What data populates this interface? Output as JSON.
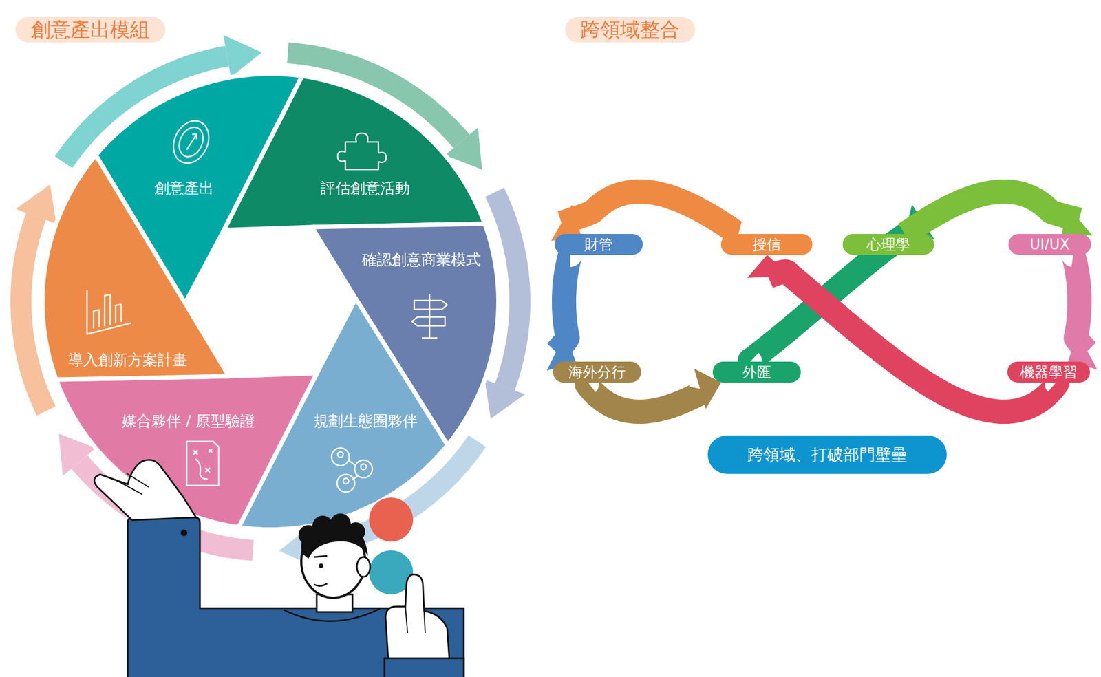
{
  "diagram": {
    "nodes": [
      {
        "text": [
          "創意產出模組"
        ]
      },
      {
        "text": [
          "跨領域整合"
        ]
      },
      {
        "text": [
          "創意產出"
        ]
      },
      {
        "text": [
          "評估創意活動"
        ]
      },
      {
        "text": [
          "確認創意商業模式"
        ]
      },
      {
        "text": [
          "導入創新方案計畫"
        ]
      },
      {
        "text": [
          "媒合夥伴 / 原型驗證"
        ]
      },
      {
        "text": [
          "規劃生態圈夥伴"
        ]
      },
      {
        "text": [
          "財管"
        ]
      },
      {
        "text": [
          "授信"
        ]
      },
      {
        "text": [
          "心理學"
        ]
      },
      {
        "text": [
          "UI/UX"
        ]
      },
      {
        "text": [
          "海外分行"
        ]
      },
      {
        "text": [
          "外匯"
        ]
      },
      {
        "text": [
          "機器學習"
        ]
      },
      {
        "text": [
          "跨領域、打破部門壁壘"
        ]
      }
    ],
    "edges": [
      {
        "from": 9,
        "to": 8,
        "arrow": "to"
      },
      {
        "from": 8,
        "to": 12,
        "arrow": "to"
      },
      {
        "from": 12,
        "to": 13,
        "arrow": "to"
      },
      {
        "from": 13,
        "to": 10,
        "arrow": "to"
      },
      {
        "from": 10,
        "to": 11,
        "arrow": "to"
      },
      {
        "from": 11,
        "to": 14,
        "arrow": "to"
      },
      {
        "from": 14,
        "to": 9,
        "arrow": "to"
      }
    ]
  }
}
